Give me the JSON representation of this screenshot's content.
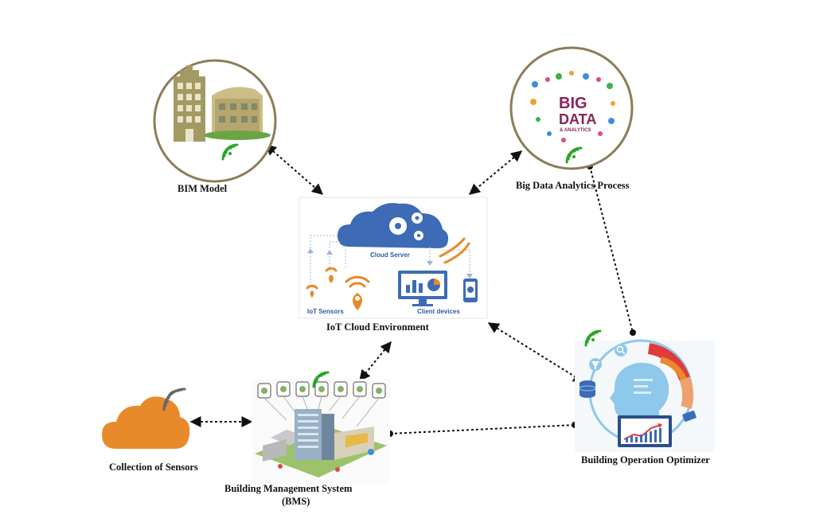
{
  "nodes": {
    "bim": {
      "label": "BIM Model"
    },
    "big_data": {
      "label": "Big Data Analytics Process",
      "logo_lines": [
        "BIG",
        "DATA",
        "& ANALYTICS"
      ]
    },
    "iot_cloud": {
      "label": "IoT  Cloud Environment",
      "cloud_server": "Cloud Server",
      "iot_sensors": "IoT Sensors",
      "client_devices": "Client devices"
    },
    "optimizer": {
      "label": "Building Operation Optimizer"
    },
    "sensors": {
      "label": "Collection of Sensors"
    },
    "bms": {
      "label_line1": "Building Management System",
      "label_line2": "(BMS)"
    }
  },
  "colors": {
    "circle_border": "#8b7d57",
    "cloud_blue": "#3d6bb5",
    "sensor_orange": "#e8892b",
    "signal_green": "#2aa52a",
    "gauge_red": "#e03b3b",
    "head_blue": "#8ec8ea"
  }
}
